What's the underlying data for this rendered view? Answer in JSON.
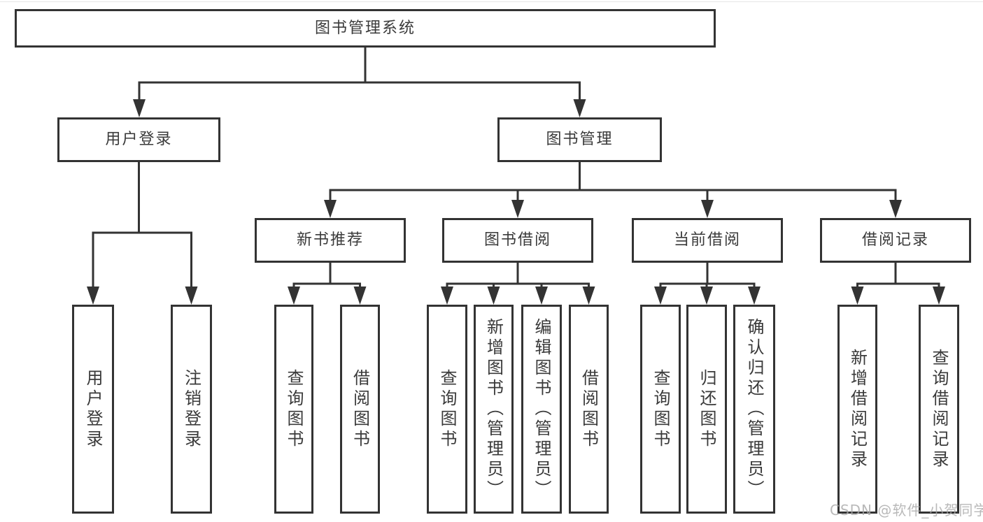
{
  "tree": {
    "label": "图书管理系统",
    "children": [
      {
        "label": "用户登录",
        "children": [
          {
            "label": "用户登录"
          },
          {
            "label": "注销登录"
          }
        ]
      },
      {
        "label": "图书管理",
        "children": [
          {
            "label": "新书推荐",
            "children": [
              {
                "label": "查询图书"
              },
              {
                "label": "借阅图书"
              }
            ]
          },
          {
            "label": "图书借阅",
            "children": [
              {
                "label": "查询图书"
              },
              {
                "label": "新增图书（管理员）"
              },
              {
                "label": "编辑图书（管理员）"
              },
              {
                "label": "借阅图书"
              }
            ]
          },
          {
            "label": "当前借阅",
            "children": [
              {
                "label": "查询图书"
              },
              {
                "label": "归还图书"
              },
              {
                "label": "确认归还（管理员）"
              }
            ]
          },
          {
            "label": "借阅记录",
            "children": [
              {
                "label": "新增借阅记录"
              },
              {
                "label": "查询借阅记录"
              }
            ]
          }
        ]
      }
    ]
  },
  "watermark": {
    "text": "CSDN @软件_小贺同学"
  },
  "colors": {
    "line": "#333333",
    "box_border": "#333333",
    "box_background": "#ffffff",
    "text": "#3a3a3a",
    "watermark": "#a8a8a8",
    "page_background": "#ffffff"
  }
}
